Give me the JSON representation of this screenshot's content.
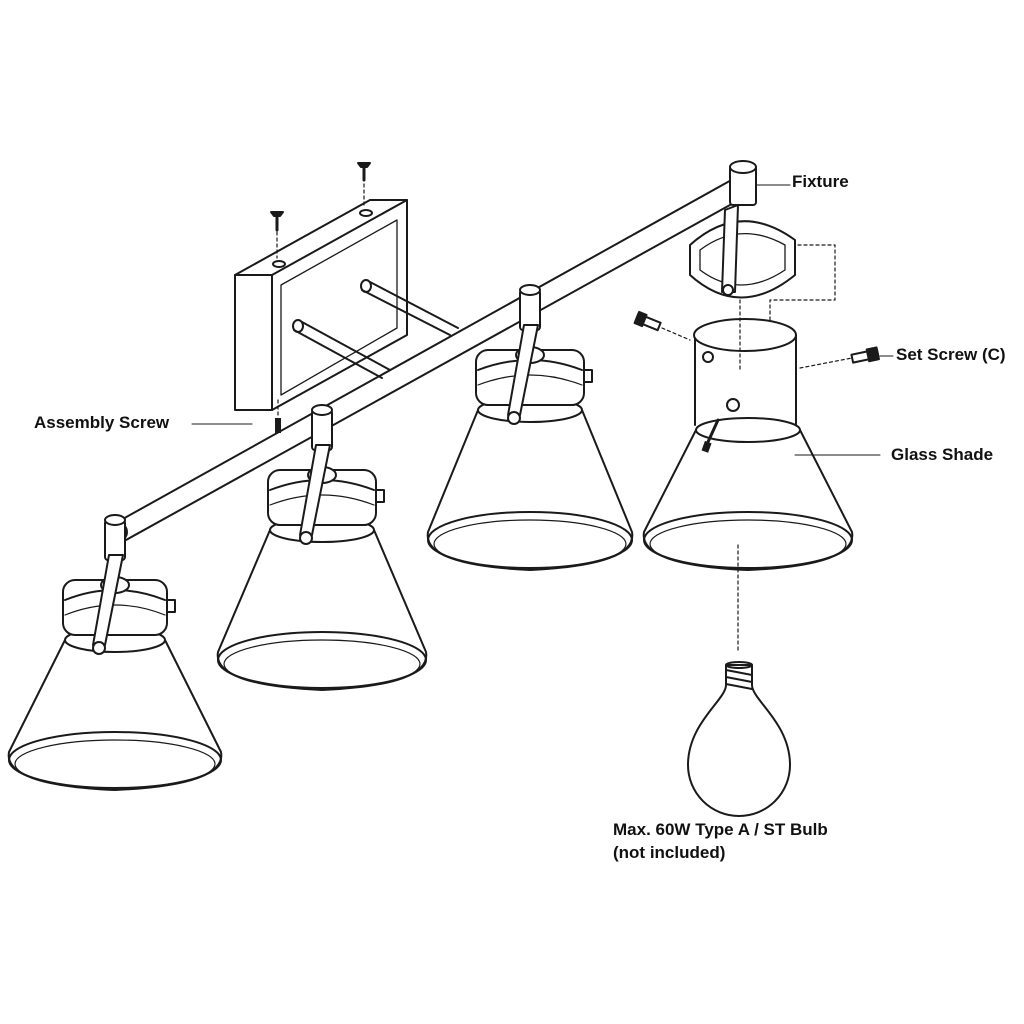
{
  "labels": {
    "fixture": "Fixture",
    "set_screw": "Set Screw (C)",
    "glass_shade": "Glass Shade",
    "assembly_screw": "Assembly Screw",
    "bulb_line1": "Max. 60W Type A / ST Bulb",
    "bulb_line2": "(not included)"
  },
  "colors": {
    "line": "#1a1a1a",
    "background": "#ffffff"
  }
}
